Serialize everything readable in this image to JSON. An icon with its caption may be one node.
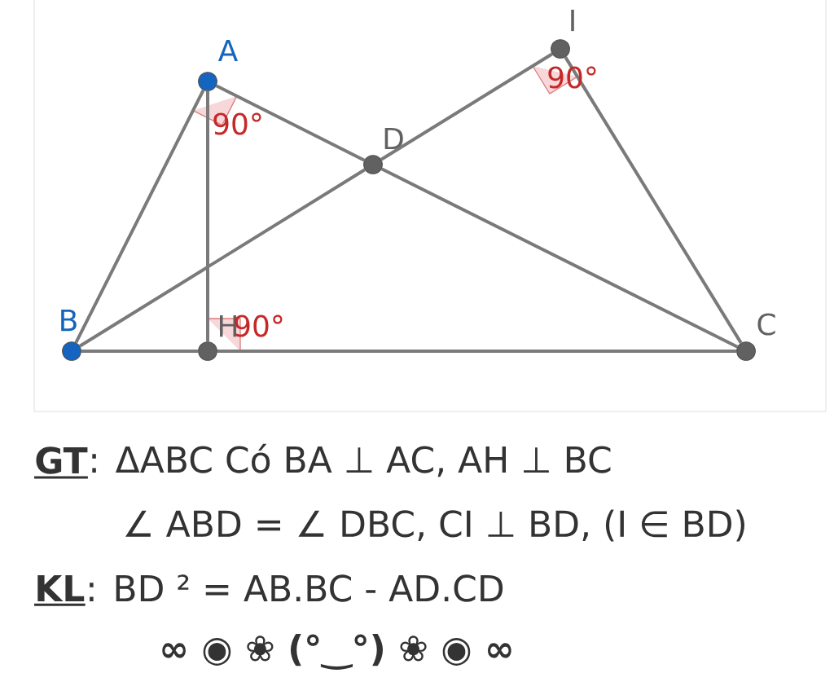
{
  "diagram": {
    "nodes": [
      {
        "text": [
          "A"
        ]
      },
      {
        "text": [
          "B"
        ]
      },
      {
        "text": [
          "C"
        ]
      },
      {
        "text": [
          "D"
        ]
      },
      {
        "text": [
          "H"
        ]
      },
      {
        "text": [
          "I"
        ]
      }
    ],
    "edges": [
      {
        "from": 0,
        "to": 1,
        "arrow": "none"
      },
      {
        "from": 0,
        "to": 4,
        "arrow": "none"
      },
      {
        "from": 0,
        "to": 3,
        "arrow": "none"
      },
      {
        "from": 3,
        "to": 2,
        "arrow": "none"
      },
      {
        "from": 1,
        "to": 4,
        "arrow": "none"
      },
      {
        "from": 4,
        "to": 2,
        "arrow": "none"
      },
      {
        "from": 1,
        "to": 3,
        "arrow": "none"
      },
      {
        "from": 3,
        "to": 5,
        "arrow": "none"
      },
      {
        "from": 5,
        "to": 2,
        "arrow": "none"
      }
    ],
    "labels": [
      "90°",
      "90°",
      "90°",
      "GT",
      ": ΔABC Có BA ⊥ AC, AH ⊥ BC",
      "∠ ABD = ∠ DBC, CI ⊥ BD, (I ∈ BD)",
      "KL",
      ": BD ² = AB.BC - AD.CD",
      "∞ ◉ ❀ (°‿°) ❀ ◉ ∞"
    ]
  }
}
